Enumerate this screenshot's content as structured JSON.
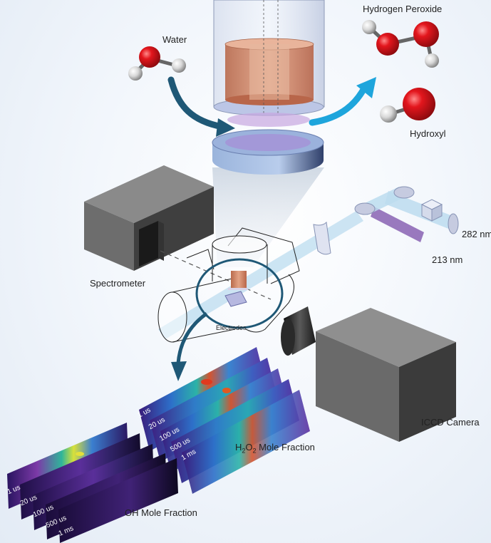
{
  "labels": {
    "water": "Water",
    "hydrogen_peroxide": "Hydrogen Peroxide",
    "hydroxyl": "Hydroxyl",
    "spectrometer": "Spectrometer",
    "electrodes": "Electrodes",
    "iccd_camera": "ICCD Camera",
    "laser_282": "282 nm",
    "laser_213": "213 nm",
    "h2o2_fraction_prefix": "H",
    "h2o2_fraction_sub1": "2",
    "h2o2_fraction_mid": "O",
    "h2o2_fraction_sub2": "2",
    "h2o2_fraction_suffix": " Mole Fraction",
    "oh_fraction": "OH Mole Fraction"
  },
  "time_labels": [
    "1 us",
    "20 us",
    "100 us",
    "500 us",
    "1 ms"
  ],
  "colors": {
    "arrow_dark": "#1f5876",
    "arrow_light": "#1ea5dc",
    "oxygen": "#e0141c",
    "hydrogen": "#d8d8d8",
    "beam": "#bcdcef",
    "beam_213": "#7a4ea8",
    "box_dark": "#4a4a4a",
    "electrode": "#c8754f"
  }
}
